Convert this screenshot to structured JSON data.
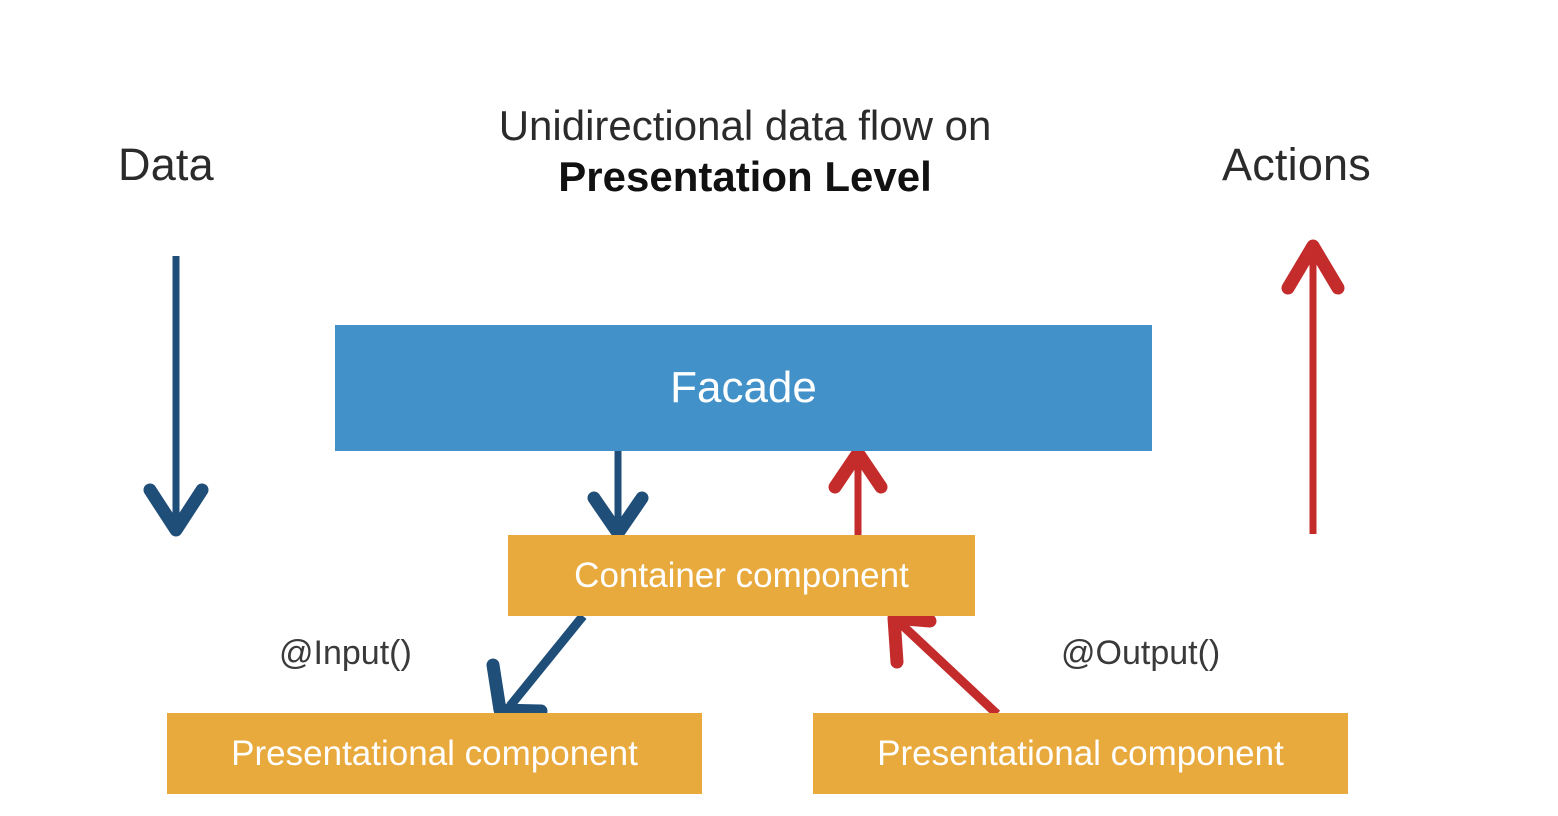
{
  "diagram": {
    "title": {
      "line1": "Unidirectional data flow on",
      "line2": "Presentation Level"
    },
    "side_labels": {
      "left": "Data",
      "right": "Actions"
    },
    "nodes": {
      "facade": "Facade",
      "container": "Container component",
      "presentational_left": "Presentational component",
      "presentational_right": "Presentational component"
    },
    "edge_labels": {
      "input": "@Input()",
      "output": "@Output()"
    },
    "colors": {
      "facade_blue": "#4291c8",
      "component_orange": "#e8a93d",
      "data_arrow_navy": "#1f4e79",
      "action_arrow_red": "#c42b2b",
      "background": "#ffffff",
      "text_dark": "#2b2b2b",
      "text_on_box": "#ffffff"
    },
    "arrows": [
      {
        "name": "data-down-arrow",
        "from": "Data",
        "to": "(downward flow)",
        "color": "#1f4e79",
        "direction": "down"
      },
      {
        "name": "actions-up-arrow",
        "from": "(upward flow)",
        "to": "Actions",
        "color": "#c42b2b",
        "direction": "up"
      },
      {
        "name": "facade-to-container",
        "from": "Facade",
        "to": "Container component",
        "color": "#1f4e79",
        "direction": "down"
      },
      {
        "name": "container-to-facade",
        "from": "Container component",
        "to": "Facade",
        "color": "#c42b2b",
        "direction": "up"
      },
      {
        "name": "container-to-presentational",
        "from": "Container component",
        "to": "Presentational component",
        "color": "#1f4e79",
        "direction": "down-left",
        "label": "@Input()"
      },
      {
        "name": "presentational-to-container",
        "from": "Presentational component",
        "to": "Container component",
        "color": "#c42b2b",
        "direction": "up-left",
        "label": "@Output()"
      }
    ]
  }
}
